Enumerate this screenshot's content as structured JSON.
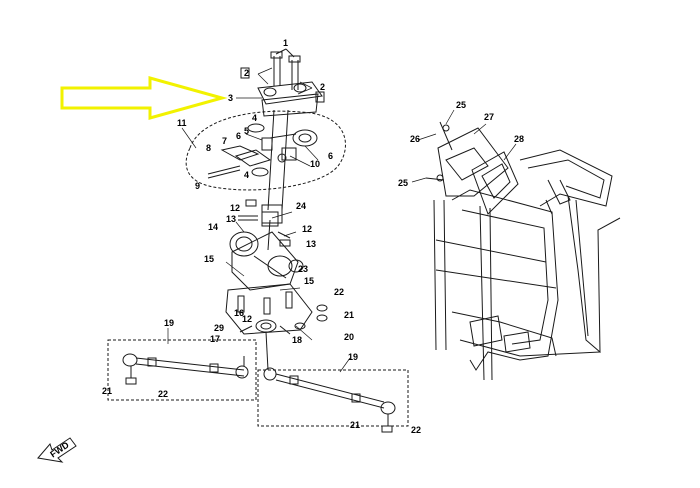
{
  "parts": {
    "p1": "1",
    "p2a": "2",
    "p2b": "2",
    "p3": "3",
    "p4a": "4",
    "p4b": "4",
    "p5": "5",
    "p6a": "6",
    "p6b": "6",
    "p7": "7",
    "p8": "8",
    "p9": "9",
    "p10": "10",
    "p11": "11",
    "p12a": "12",
    "p12b": "12",
    "p12c": "12",
    "p13a": "13",
    "p13b": "13",
    "p14": "14",
    "p15a": "15",
    "p15b": "15",
    "p16": "16",
    "p17": "17",
    "p18": "18",
    "p19a": "19",
    "p19b": "19",
    "p20": "20",
    "p21a": "21",
    "p21b": "21",
    "p21c": "21",
    "p22a": "22",
    "p22b": "22",
    "p22c": "22",
    "p23": "23",
    "p24": "24",
    "p25a": "25",
    "p25b": "25",
    "p26": "26",
    "p27": "27",
    "p28": "28",
    "p29": "29"
  },
  "fwd_label": "FWD",
  "colors": {
    "highlight_arrow": "#ffff33",
    "lines": "#1a1a1a"
  }
}
